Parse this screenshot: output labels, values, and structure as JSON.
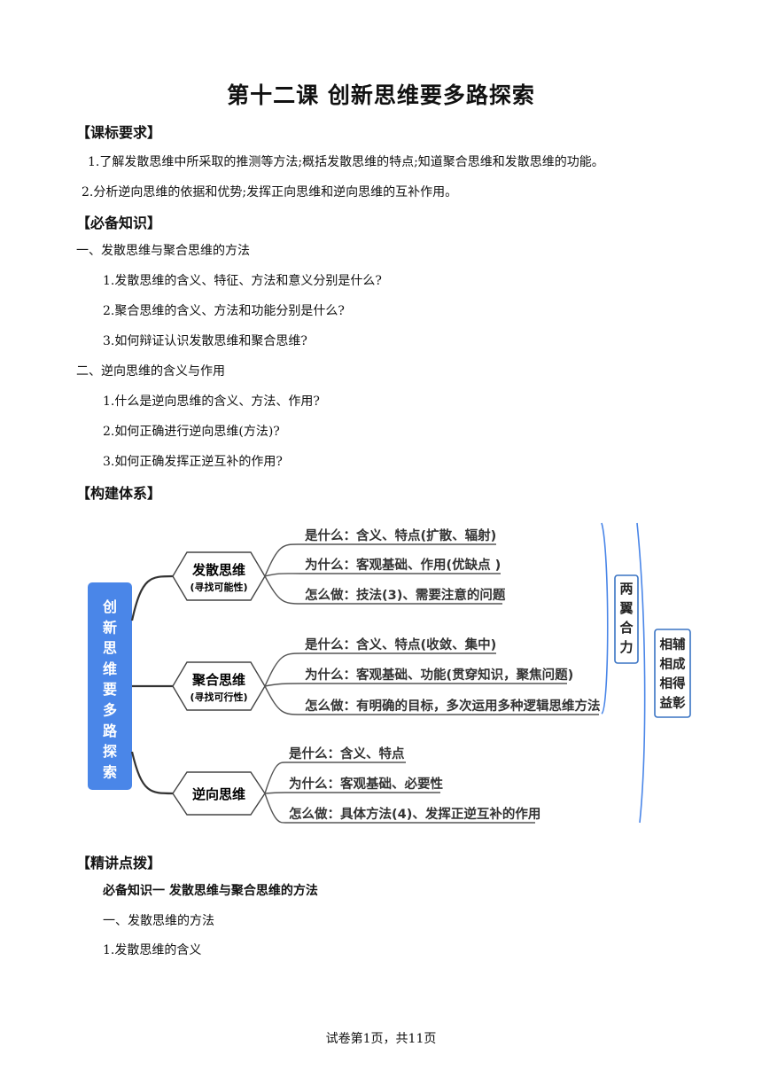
{
  "title": "第十二课 创新思维要多路探索",
  "sections": {
    "standards": {
      "heading": "【课标要求】",
      "items": [
        "1.了解发散思维中所采取的推测等方法;概括发散思维的特点;知道聚合思维和发散思维的功能。",
        "2.分析逆向思维的依据和优势;发挥正向思维和逆向思维的互补作用。"
      ]
    },
    "knowledge": {
      "heading": "【必备知识】",
      "part1": {
        "title": "一、发散思维与聚合思维的方法",
        "items": [
          "1.发散思维的含义、特征、方法和意义分别是什么?",
          "2.聚合思维的含义、方法和功能分别是什么?",
          "3.如何辩证认识发散思维和聚合思维?"
        ]
      },
      "part2": {
        "title": "二、逆向思维的含义与作用",
        "items": [
          "1.什么是逆向思维的含义、方法、作用?",
          "2.如何正确进行逆向思维(方法)?",
          "3.如何正确发挥正逆互补的作用?"
        ]
      }
    },
    "system": {
      "heading": "【构建体系】",
      "mindmap": {
        "root": [
          "创",
          "新",
          "思",
          "维",
          "要",
          "多",
          "路",
          "探",
          "索"
        ],
        "branches": [
          {
            "title": "发散思维",
            "subtitle": "(寻找可能性)",
            "items": [
              "是什么：含义、特点(扩散、辐射)",
              "为什么：客观基础、作用(优缺点 )",
              "怎么做：技法(3)、需要注意的问题"
            ]
          },
          {
            "title": "聚合思维",
            "subtitle": "(寻找可行性)",
            "items": [
              "是什么：含义、特点(收敛、集中)",
              "为什么：客观基础、功能(贯穿知识，聚焦问题)",
              "怎么做：有明确的目标，多次运用多种逻辑思维方法"
            ]
          },
          {
            "title": "逆向思维",
            "subtitle": "",
            "items": [
              "是什么：含义、特点",
              "为什么：客观基础、必要性",
              "怎么做：具体方法(4)、发挥正逆互补的作用"
            ]
          }
        ],
        "box1": [
          "两",
          "翼",
          "合",
          "力"
        ],
        "box2": [
          "相辅",
          "相成",
          "相得",
          "益彰"
        ]
      }
    },
    "lecture": {
      "heading": "【精讲点拨】",
      "sub_heading": "必备知识一   发散思维与聚合思维的方法",
      "line1": "一、发散思维的方法",
      "line2": "1.发散思维的含义"
    }
  },
  "footer": "试卷第1页，共11页",
  "colors": {
    "accent_blue": "#4a86e8",
    "line_dark": "#333333",
    "box_border": "#3a74c4"
  }
}
